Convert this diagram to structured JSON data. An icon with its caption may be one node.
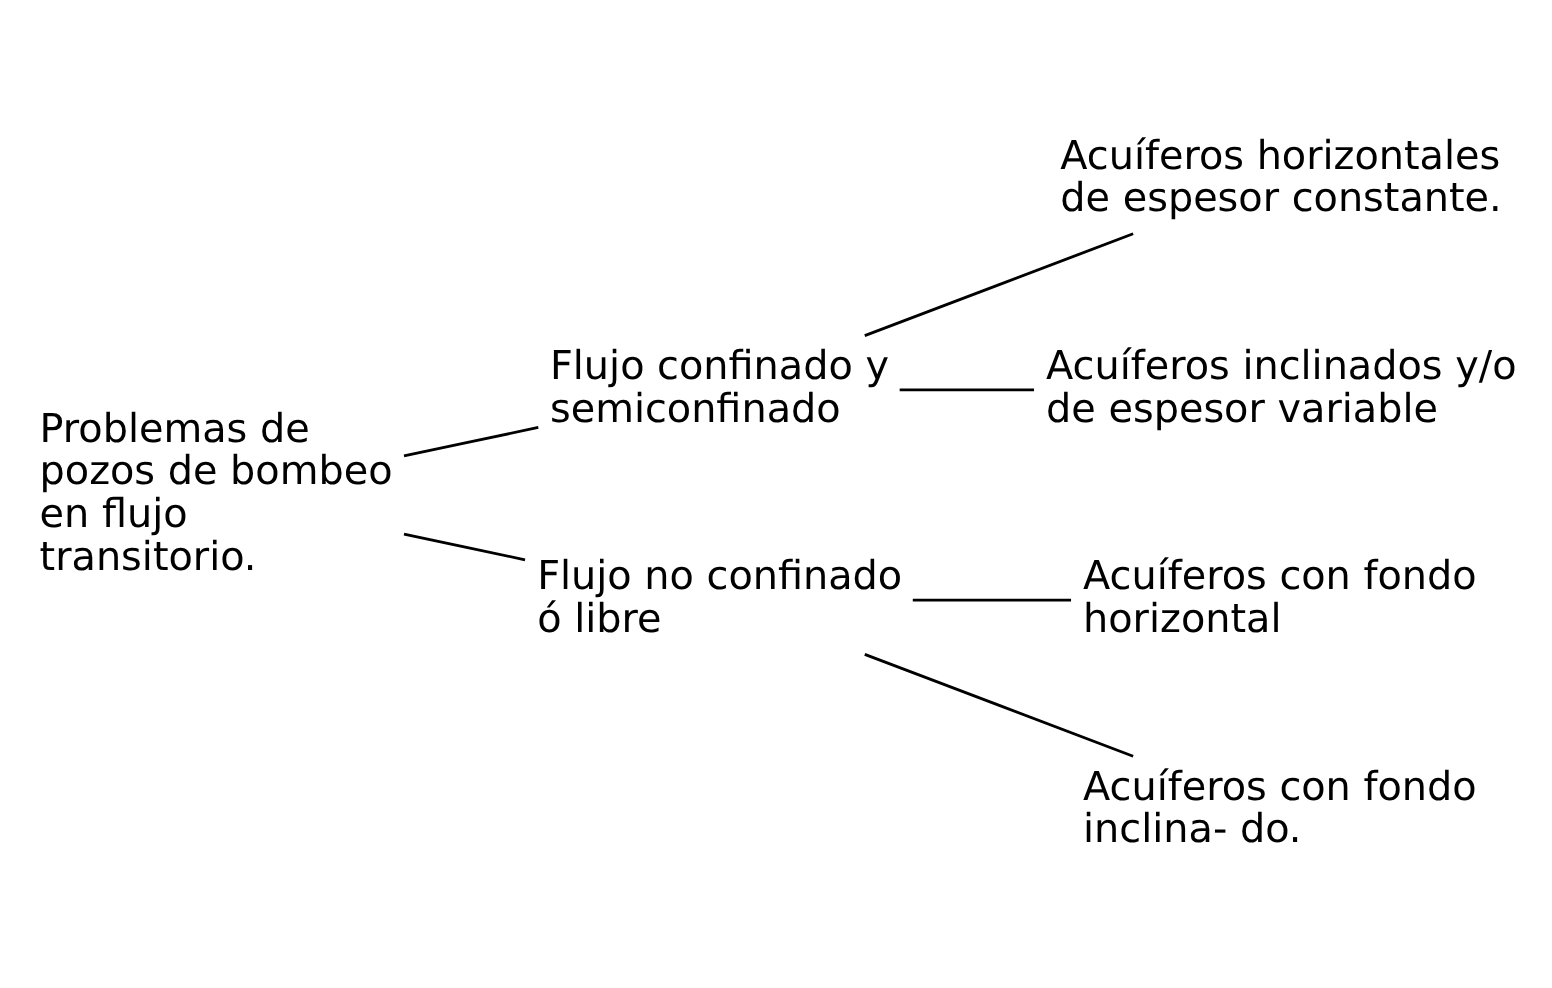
{
  "diagram": {
    "nodes": [
      {
        "text": [
          "Problemas de pozos de bombeo en flujo transitorio."
        ]
      },
      {
        "text": [
          "Flujo confinado y semiconfinado"
        ]
      },
      {
        "text": [
          "Flujo no confinado ó libre"
        ]
      },
      {
        "text": [
          "Acuíferos horizontales de espesor constante."
        ]
      },
      {
        "text": [
          "Acuíferos inclinados y/o de espesor variable"
        ]
      },
      {
        "text": [
          "Acuíferos con fondo horizontal"
        ]
      },
      {
        "text": [
          "Acuíferos con fondo inclina- do."
        ]
      }
    ],
    "edges": [
      {
        "from": 0,
        "to": 1,
        "arrow": "none"
      },
      {
        "from": 0,
        "to": 2,
        "arrow": "none"
      },
      {
        "from": 1,
        "to": 3,
        "arrow": "none"
      },
      {
        "from": 1,
        "to": 4,
        "arrow": "none"
      },
      {
        "from": 2,
        "to": 5,
        "arrow": "none"
      },
      {
        "from": 2,
        "to": 6,
        "arrow": "none"
      }
    ]
  }
}
